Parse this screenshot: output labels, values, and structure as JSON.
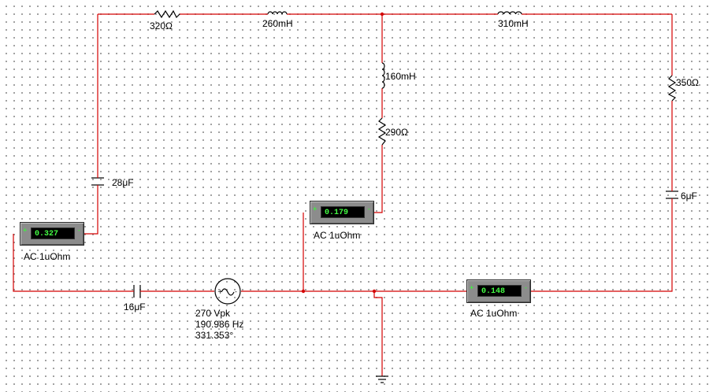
{
  "components": {
    "r320": "320Ω",
    "l260": "260mH",
    "l310": "310mH",
    "l160": "160mH",
    "r290": "290Ω",
    "r350": "350Ω",
    "c28": "28μF",
    "c6": "6μF",
    "c16": "16μF"
  },
  "source": {
    "amplitude": "270 Vpk",
    "frequency": "190.986 Hz",
    "phase": "331.353°"
  },
  "meters": [
    {
      "value": "0.327",
      "mode": "AC  1uOhm",
      "plus": "+",
      "minus": "-"
    },
    {
      "value": "0.179",
      "mode": "AC  1uOhm",
      "plus": "+",
      "minus": "-"
    },
    {
      "value": "0.148",
      "mode": "AC  1uOhm",
      "plus": "+",
      "minus": "-"
    }
  ],
  "colors": {
    "wire": "#d40000",
    "meter_body": "#8c8c8c",
    "meter_text": "#44ff44"
  }
}
